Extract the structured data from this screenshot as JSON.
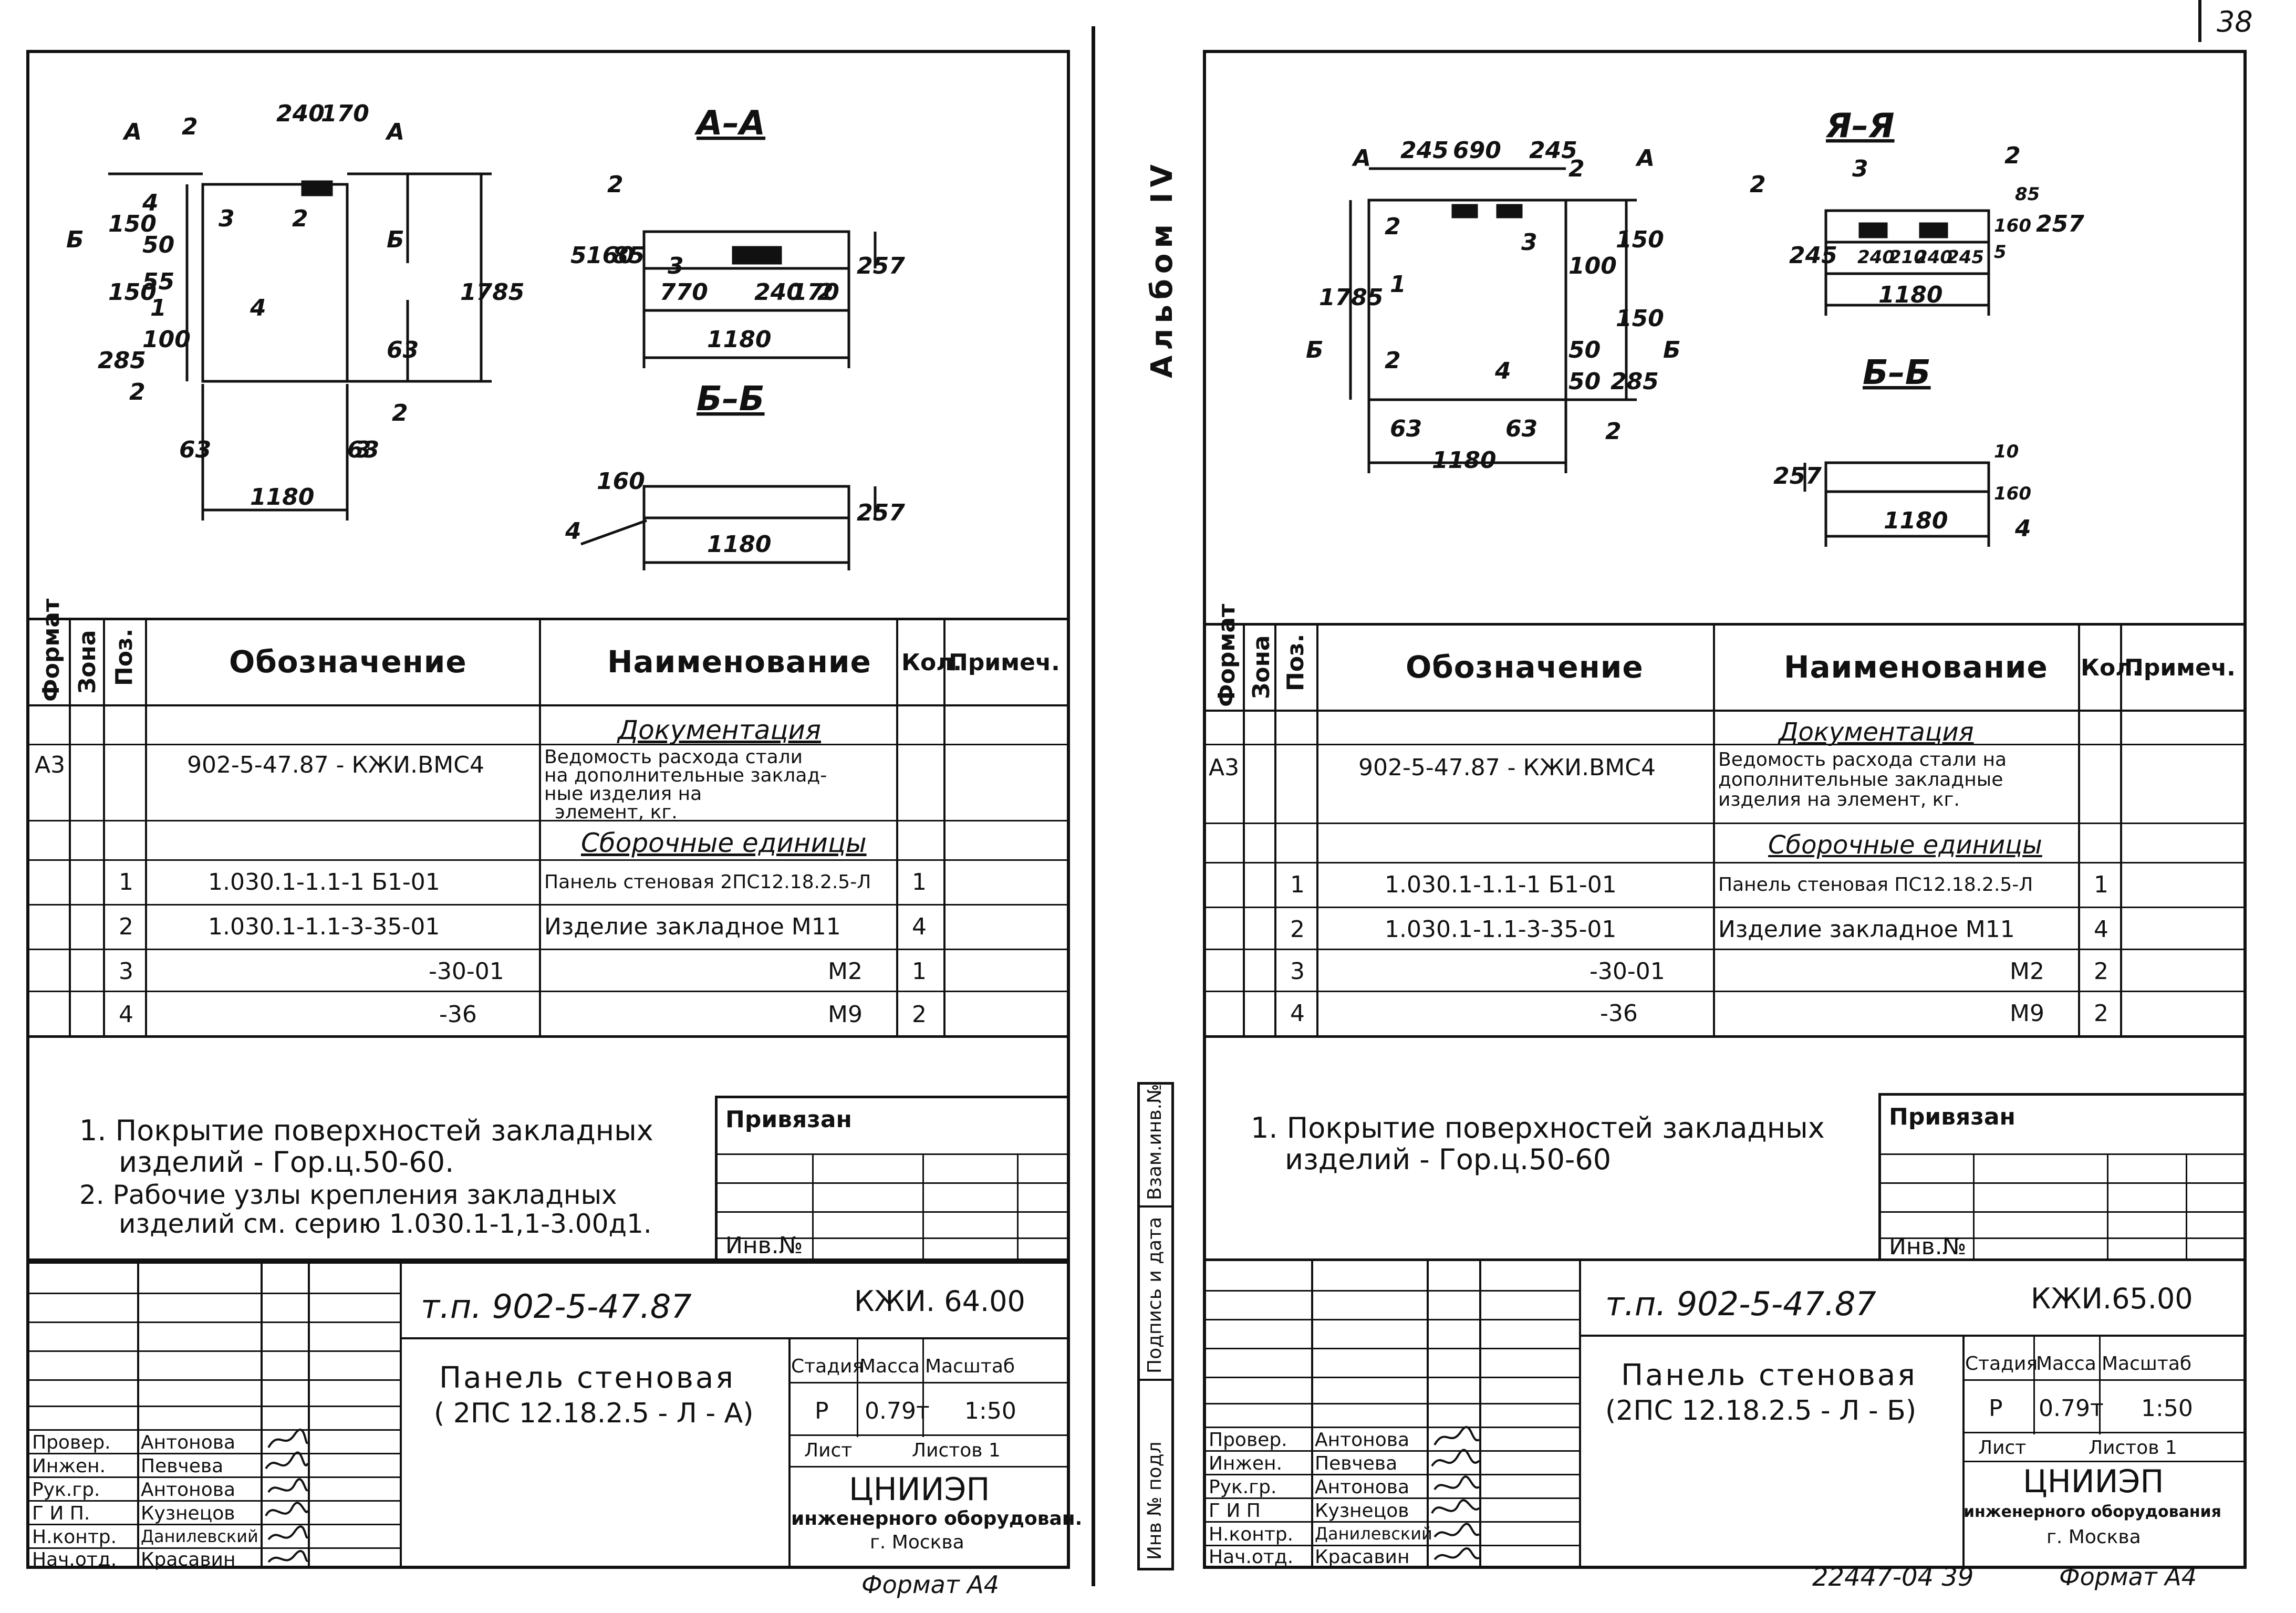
{
  "page_number": "38",
  "album_label": "Альбом IV",
  "side_stamp": [
    "Инв № подл",
    "Подпись и дата",
    "Взам.инв.№"
  ],
  "footer": {
    "doc_number": "22447-04",
    "sheet_no": "39"
  },
  "sheets": [
    {
      "drawing": {
        "section_aa": "А–А",
        "section_bb": "Б–Б",
        "main_view": {
          "mark_a": "А",
          "mark_b": "Б",
          "dims": [
            "240",
            "170",
            "150",
            "150",
            "50",
            "55",
            "285",
            "100",
            "63",
            "63",
            "1785",
            "63",
            "1180"
          ],
          "leaders": [
            "2",
            "3",
            "2",
            "4",
            "1",
            "4",
            "2",
            "2",
            "3"
          ]
        },
        "aa": {
          "dims": [
            "5",
            "160",
            "85",
            "257",
            "770",
            "240",
            "170",
            "1180"
          ],
          "leaders": [
            "2",
            "3",
            "2"
          ]
        },
        "bb": {
          "dims": [
            "160",
            "257",
            "1180"
          ],
          "leaders": [
            "4"
          ]
        }
      },
      "spec": {
        "headers": {
          "format": "Формат",
          "zone": "Зона",
          "pos": "Поз.",
          "designation": "Обозначение",
          "name": "Наименование",
          "qty": "Кол.",
          "note": "Примеч."
        },
        "section_docs": "Документация",
        "section_units": "Сборочные единицы",
        "doc_row": {
          "format": "А3",
          "designation": "902-5-47.87 - КЖИ.ВМС4",
          "name": [
            "Ведомость расхода стали",
            "на дополнительные заклад-",
            "ные изделия на",
            "элемент, кг."
          ]
        },
        "rows": [
          {
            "pos": "1",
            "designation": "1.030.1-1.1-1 Б1-01",
            "name": "Панель стеновая 2ПС12.18.2.5-Л",
            "qty": "1"
          },
          {
            "pos": "2",
            "designation": "1.030.1-1.1-3-35-01",
            "name": "Изделие закладное М11",
            "qty": "4"
          },
          {
            "pos": "3",
            "designation": "-30-01",
            "name": "М2",
            "qty": "1"
          },
          {
            "pos": "4",
            "designation": "-36",
            "name": "М9",
            "qty": "2"
          }
        ]
      },
      "notes": [
        "1. Покрытие поверхностей закладных",
        "изделий - Гор.ц.50-60.",
        "2. Рабочие узлы крепления закладных",
        "изделий см. серию 1.030.1-1,1-3.00д1."
      ],
      "privyazan": {
        "label": "Привязан",
        "inv": "Инв.№"
      },
      "title_block": {
        "project": "т.п. 902-5-47.87",
        "code": "КЖИ. 64.00",
        "title": [
          "Панель стеновая",
          "( 2ПС 12.18.2.5 - Л - А)"
        ],
        "stage_label": "Стадия",
        "mass_label": "Масса",
        "scale_label": "Масштаб",
        "stage": "Р",
        "mass": "0.79т",
        "scale": "1:50",
        "sheet_label": "Лист",
        "sheets_label": "Листов 1",
        "org": [
          "ЦНИИЭП",
          "инженерного оборудован.",
          "г. Москва"
        ],
        "roles": [
          {
            "role": "Провер.",
            "name": "Антонова"
          },
          {
            "role": "Инжен.",
            "name": "Певчева"
          },
          {
            "role": "Рук.гр.",
            "name": "Антонова"
          },
          {
            "role": "Г И П.",
            "name": "Кузнецов"
          },
          {
            "role": "Н.контр.",
            "name": "Данилевский"
          },
          {
            "role": "Нач.отд.",
            "name": "Красавин"
          }
        ],
        "format": "Формат А4"
      }
    },
    {
      "drawing": {
        "section_aa": "Я–Я",
        "section_bb": "Б–Б",
        "main_view": {
          "mark_a": "А",
          "mark_b": "Б",
          "dims": [
            "245",
            "690",
            "245",
            "150",
            "100",
            "150",
            "50",
            "50",
            "285",
            "1785",
            "63",
            "63",
            "1180"
          ],
          "leaders": [
            "2",
            "2",
            "3",
            "1",
            "2",
            "4",
            "2"
          ]
        },
        "aa": {
          "dims": [
            "245",
            "240",
            "210",
            "240",
            "245",
            "160",
            "85",
            "257",
            "5",
            "1180"
          ],
          "leaders": [
            "2",
            "3",
            "2"
          ]
        },
        "bb": {
          "dims": [
            "257",
            "10",
            "160",
            "1180"
          ],
          "leaders": [
            "4"
          ]
        }
      },
      "spec": {
        "headers": {
          "format": "Формат",
          "zone": "Зона",
          "pos": "Поз.",
          "designation": "Обозначение",
          "name": "Наименование",
          "qty": "Кол.",
          "note": "Примеч."
        },
        "section_docs": "Документация",
        "section_units": "Сборочные единицы",
        "doc_row": {
          "format": "А3",
          "designation": "902-5-47.87 - КЖИ.ВМС4",
          "name": [
            "Ведомость расхода стали на",
            "дополнительные закладные",
            "изделия на элемент, кг."
          ]
        },
        "rows": [
          {
            "pos": "1",
            "designation": "1.030.1-1.1-1 Б1-01",
            "name": "Панель стеновая ПС12.18.2.5-Л",
            "qty": "1"
          },
          {
            "pos": "2",
            "designation": "1.030.1-1.1-3-35-01",
            "name": "Изделие закладное М11",
            "qty": "4"
          },
          {
            "pos": "3",
            "designation": "-30-01",
            "name": "М2",
            "qty": "2"
          },
          {
            "pos": "4",
            "designation": "-36",
            "name": "М9",
            "qty": "2"
          }
        ]
      },
      "notes": [
        "1. Покрытие поверхностей закладных",
        "изделий - Гор.ц.50-60"
      ],
      "privyazan": {
        "label": "Привязан",
        "inv": "Инв.№"
      },
      "title_block": {
        "project": "т.п. 902-5-47.87",
        "code": "КЖИ.65.00",
        "title": [
          "Панель стеновая",
          "(2ПС 12.18.2.5 - Л - Б)"
        ],
        "stage_label": "Стадия",
        "mass_label": "Масса",
        "scale_label": "Масштаб",
        "stage": "Р",
        "mass": "0.79т",
        "scale": "1:50",
        "sheet_label": "Лист",
        "sheets_label": "Листов 1",
        "org": [
          "ЦНИИЭП",
          "инженерного оборудования",
          "г. Москва"
        ],
        "roles": [
          {
            "role": "Провер.",
            "name": "Антонова"
          },
          {
            "role": "Инжен.",
            "name": "Певчева"
          },
          {
            "role": "Рук.гр.",
            "name": "Антонова"
          },
          {
            "role": "Г И П",
            "name": "Кузнецов"
          },
          {
            "role": "Н.контр.",
            "name": "Данилевский"
          },
          {
            "role": "Нач.отд.",
            "name": "Красавин"
          }
        ],
        "format": "Формат А4"
      }
    }
  ]
}
